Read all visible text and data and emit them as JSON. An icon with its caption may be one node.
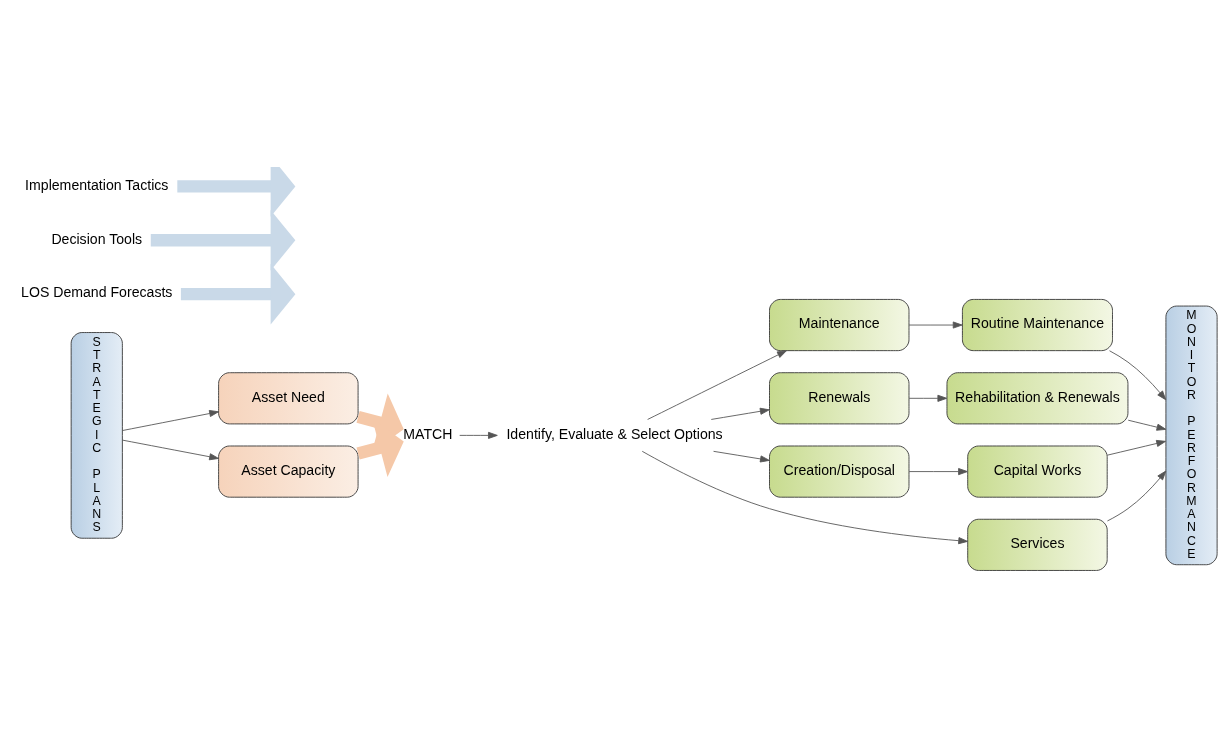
{
  "diagram": {
    "nodes": [
      {
        "text": [
          "STRATEGIC PLANS"
        ]
      },
      {
        "text": [
          "Asset Need"
        ]
      },
      {
        "text": [
          "Asset Capacity"
        ]
      },
      {
        "text": [
          "MATCH"
        ]
      },
      {
        "text": [
          "Identify, Evaluate & Select Options"
        ]
      },
      {
        "text": [
          "Maintenance"
        ]
      },
      {
        "text": [
          "Renewals"
        ]
      },
      {
        "text": [
          "Creation/Disposal"
        ]
      },
      {
        "text": [
          "Services"
        ]
      },
      {
        "text": [
          "Routine Maintenance"
        ]
      },
      {
        "text": [
          "Rehabilitation & Renewals"
        ]
      },
      {
        "text": [
          "Capital Works"
        ]
      },
      {
        "text": [
          "MONITOR PERFORMANCE"
        ]
      },
      {
        "text": [
          "LOS Demand Forecasts"
        ]
      },
      {
        "text": [
          "Decision Tools"
        ]
      },
      {
        "text": [
          "Implementation Tactics"
        ]
      }
    ],
    "edges": [
      {
        "from": 0,
        "to": 1,
        "arrow": "to"
      },
      {
        "from": 0,
        "to": 2,
        "arrow": "to"
      },
      {
        "from": 1,
        "to": 3,
        "arrow": "to",
        "style": "thick",
        "color": "#f5c8a8"
      },
      {
        "from": 2,
        "to": 3,
        "arrow": "to",
        "style": "thick",
        "color": "#f5c8a8"
      },
      {
        "from": 3,
        "to": 4,
        "arrow": "to"
      },
      {
        "from": 4,
        "to": 5,
        "arrow": "to"
      },
      {
        "from": 4,
        "to": 6,
        "arrow": "to"
      },
      {
        "from": 4,
        "to": 7,
        "arrow": "to"
      },
      {
        "from": 4,
        "to": 8,
        "arrow": "to"
      },
      {
        "from": 5,
        "to": 9,
        "arrow": "to"
      },
      {
        "from": 6,
        "to": 10,
        "arrow": "to"
      },
      {
        "from": 7,
        "to": 11,
        "arrow": "to"
      },
      {
        "from": 9,
        "to": 12,
        "arrow": "to"
      },
      {
        "from": 10,
        "to": 12,
        "arrow": "to"
      },
      {
        "from": 11,
        "to": 12,
        "arrow": "to"
      },
      {
        "from": 8,
        "to": 12,
        "arrow": "to"
      },
      {
        "from": 13,
        "to": null,
        "arrow": "to",
        "style": "thick",
        "color": "#c9d9e8"
      },
      {
        "from": 14,
        "to": null,
        "arrow": "to",
        "style": "thick",
        "color": "#c9d9e8"
      },
      {
        "from": 15,
        "to": null,
        "arrow": "to",
        "style": "thick",
        "color": "#c9d9e8"
      }
    ]
  }
}
